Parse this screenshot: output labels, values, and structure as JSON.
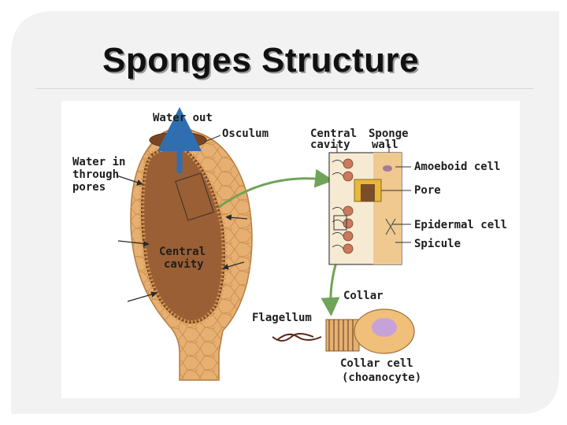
{
  "slide": {
    "title": "Sponges Structure"
  },
  "diagram": {
    "labels": {
      "water_out": "Water out",
      "osculum": "Osculum",
      "central_cavity_top_1": "Central",
      "central_cavity_top_2": "cavity",
      "sponge_wall_1": "Sponge",
      "sponge_wall_2": "wall",
      "water_in_1": "Water in",
      "water_in_2": "through",
      "water_in_3": "pores",
      "amoeboid_cell": "Amoeboid cell",
      "pore": "Pore",
      "epidermal_cell": "Epidermal cell",
      "spicule": "Spicule",
      "central_cavity_body_1": "Central",
      "central_cavity_body_2": "cavity",
      "collar": "Collar",
      "flagellum": "Flagellum",
      "collar_cell_1": "Collar cell",
      "collar_cell_2": "(choanocyte)"
    },
    "colors": {
      "sponge_outer": "#e7b073",
      "sponge_cells": "#d49a5a",
      "central_cavity": "#9a5f34",
      "water_arrow": "#2f6fb1",
      "green_arrow": "#6fa456",
      "collar_nucleus": "#c7a2d8"
    }
  }
}
